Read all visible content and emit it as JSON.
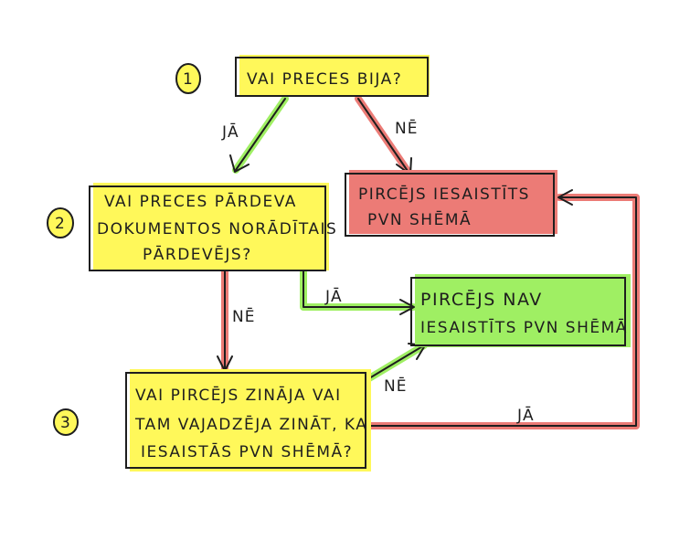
{
  "colors": {
    "yellow": "#fff85a",
    "red": "#ec7b76",
    "green": "#9fef63",
    "ink": "#1e1e1e"
  },
  "steps": {
    "one": "1",
    "two": "2",
    "three": "3"
  },
  "nodes": {
    "q1": {
      "line1": "VAI PRECES BIJA?"
    },
    "q2": {
      "line1": "VAI PRECES PĀRDEVA",
      "line2": "DOKUMENTOS NORĀDĪTAIS",
      "line3": "PĀRDEVĒJS?"
    },
    "q3": {
      "line1": "VAI PIRCĒJS ZINĀJA VAI",
      "line2": "TAM VAJADZĒJA ZINĀT, KA",
      "line3": "IESAISTĀS PVN SHĒMĀ?"
    },
    "involved": {
      "line1": "PIRCĒJS IESAISTĪTS",
      "line2": "PVN SHĒMĀ"
    },
    "not_involved": {
      "line1": "PIRCĒJS NAV",
      "line2": "IESAISTĪTS PVN SHĒMĀ"
    }
  },
  "edges": {
    "q1_yes": "JĀ",
    "q1_no": "NĒ",
    "q2_yes": "JĀ",
    "q2_no": "NĒ",
    "q3_no": "NĒ",
    "q3_yes": "JĀ"
  }
}
